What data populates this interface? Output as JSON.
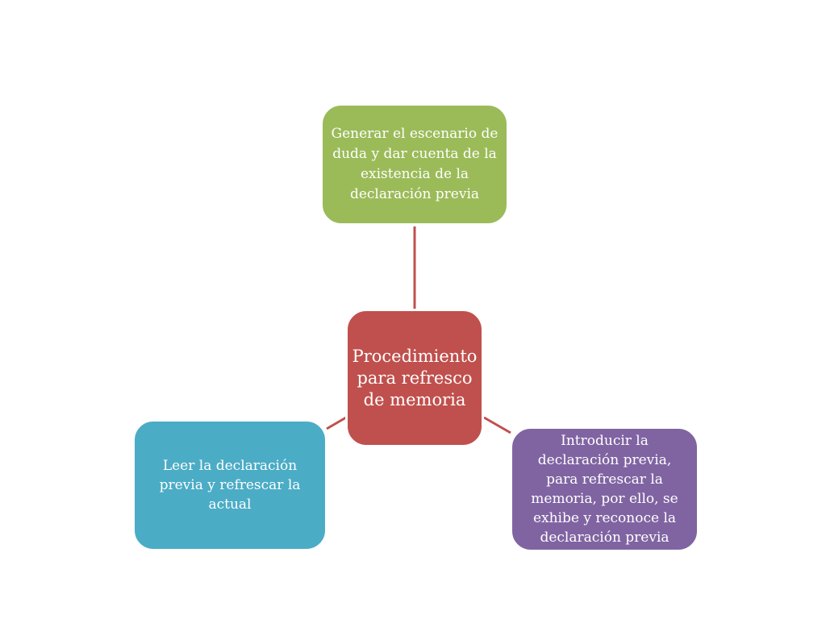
{
  "diagram": {
    "type": "radial-cycle",
    "connector_color": "#c0504d",
    "center": {
      "text": "Procedimiento para refresco de memoria",
      "color": "#c0504d"
    },
    "nodes": [
      {
        "id": "top",
        "text": "Generar el escenario de duda y dar cuenta de la existencia de la declaración previa",
        "color": "#9bbb59"
      },
      {
        "id": "right",
        "text": "Introducir la declaración previa, para refrescar la memoria, por ello, se exhibe y reconoce la declaración previa",
        "color": "#8064a2"
      },
      {
        "id": "left",
        "text": "Leer la declaración previa y refrescar la actual",
        "color": "#4bacc6"
      }
    ]
  }
}
